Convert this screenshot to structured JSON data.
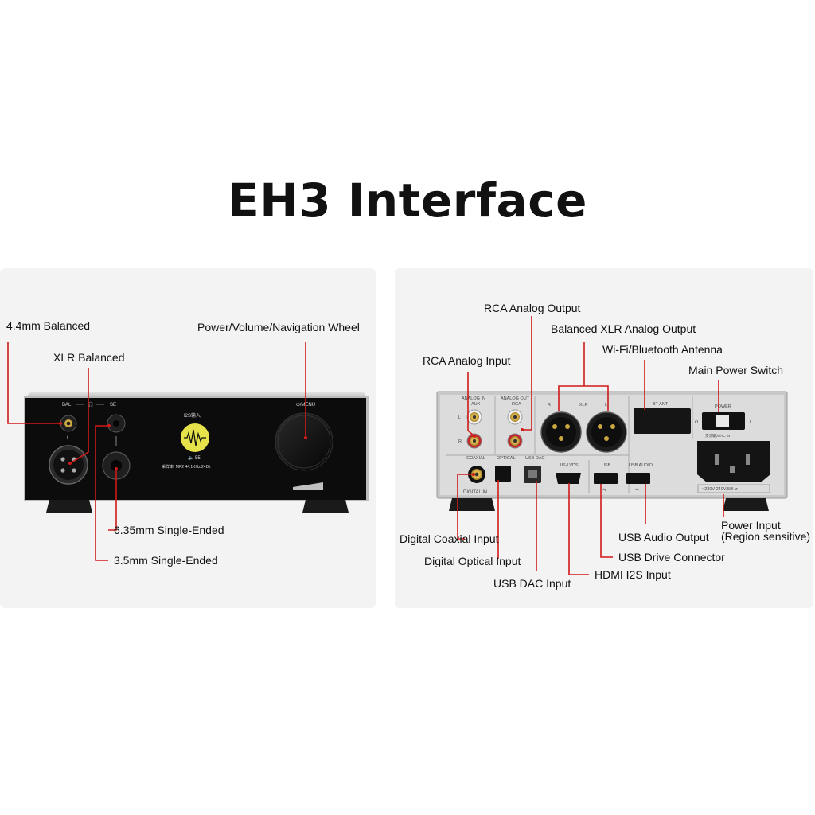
{
  "title": "EH3 Interface",
  "colors": {
    "callout": "#d11a1a",
    "panel_bg": "#f3f3f3",
    "device_front": "#0c0c0c",
    "device_back": "#d6d6d6"
  },
  "front": {
    "labels": {
      "bal_44": "4.4mm Balanced",
      "xlr_bal": "XLR Balanced",
      "wheel": "Power/Volume/Navigation Wheel",
      "se_635": "6.35mm Single-Ended",
      "se_35": "3.5mm Single-Ended"
    },
    "device_text": {
      "bal": "BAL",
      "se": "SE",
      "menu": "⏻/MENU",
      "input_name": "I2S输入",
      "volume": "55",
      "rate": "采样率: MP2 44.1KHz/24Bit"
    }
  },
  "back": {
    "labels": {
      "rca_out": "RCA Analog Output",
      "xlr_out": "Balanced XLR Analog Output",
      "antenna": "Wi-Fi/Bluetooth Antenna",
      "power_switch": "Main Power Switch",
      "rca_in": "RCA Analog Input",
      "coax_in": "Digital Coaxial Input",
      "optical_in": "Digital Optical Input",
      "usb_dac": "USB DAC Input",
      "hdmi_i2s": "HDMI I2S Input",
      "usb_drive": "USB Drive Connector",
      "usb_audio": "USB Audio Output",
      "power_in": "Power Input",
      "power_in_note": "(Region sensitive)"
    },
    "device_text": {
      "analog_in": "ANALOG IN",
      "aux": "AUX",
      "analog_out": "ANALOG OUT",
      "rca": "RCA",
      "xlr": "XLR",
      "r": "R",
      "l": "L",
      "bt_ant": "BT ANT",
      "power": "POWER",
      "coaxial": "COAXIAL",
      "optical": "OPTICAL",
      "usb_dac": "USB DAC",
      "iis_lvds": "IIS-LVDS",
      "usb": "USB",
      "usb_audio": "USB AUDIO",
      "digital_in": "DIGITAL IN",
      "ac_in": "交流输入/AC IN",
      "voltage": "~220V-240V/50Hz"
    }
  }
}
